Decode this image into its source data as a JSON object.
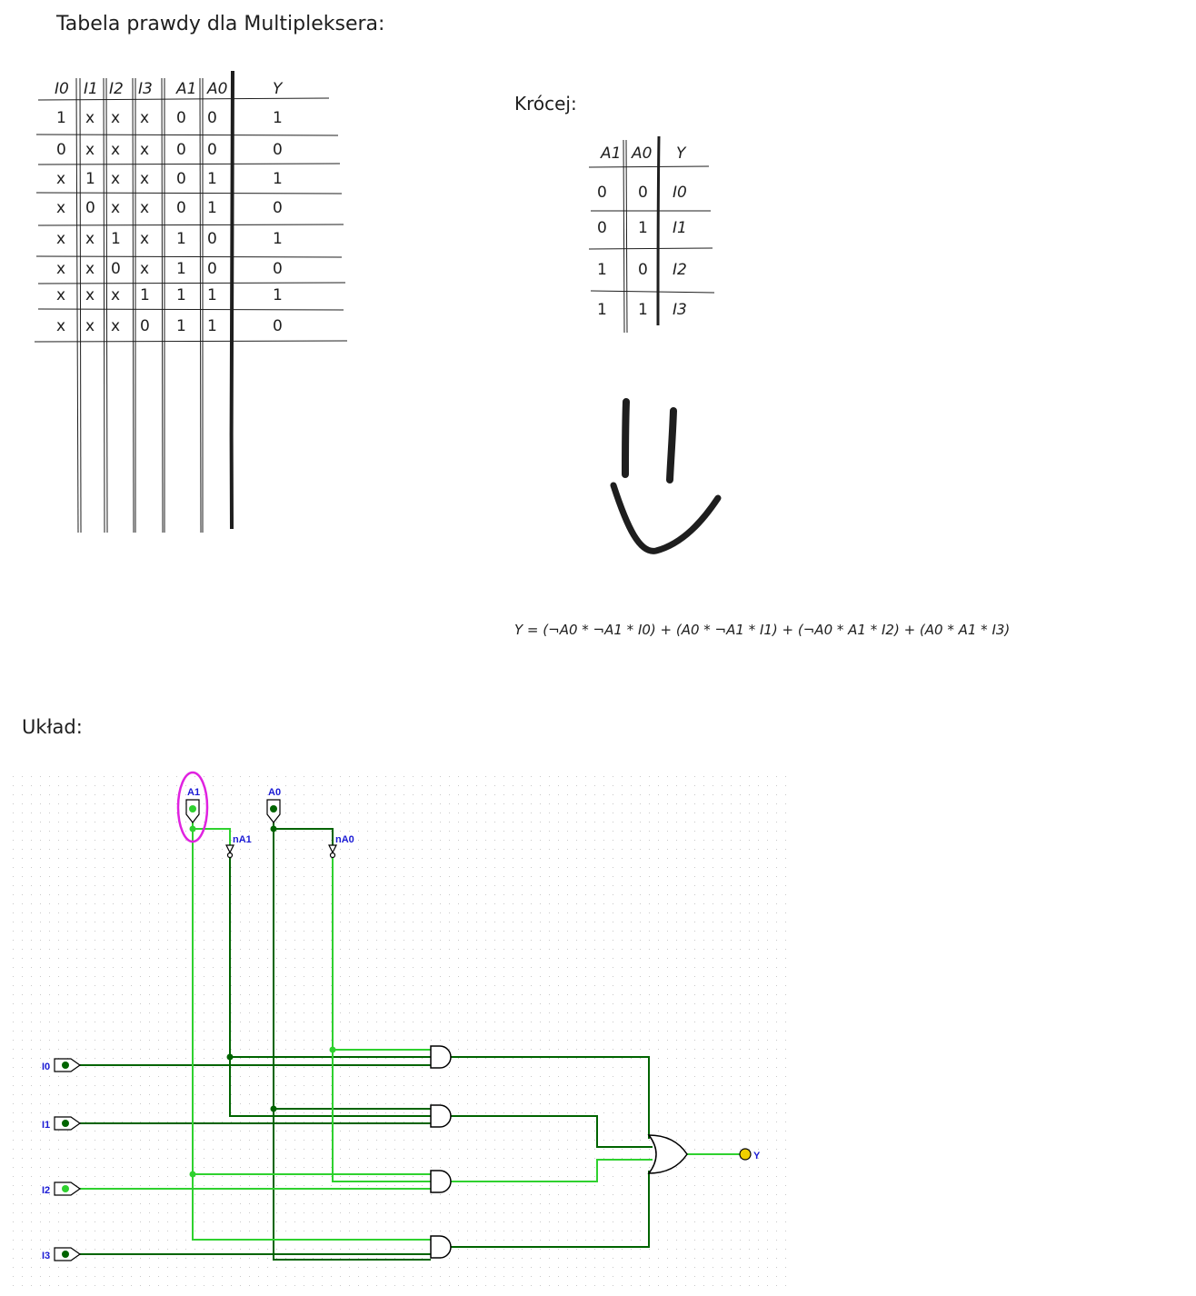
{
  "title": "Tabela prawdy dla Multipleksera:",
  "full_table": {
    "headers": [
      "I0",
      "I1",
      "I2",
      "I3",
      "A1",
      "A0",
      "Y"
    ],
    "rows": [
      [
        "1",
        "x",
        "x",
        "x",
        "0",
        "0",
        "1"
      ],
      [
        "0",
        "x",
        "x",
        "x",
        "0",
        "0",
        "0"
      ],
      [
        "x",
        "1",
        "x",
        "x",
        "0",
        "1",
        "1"
      ],
      [
        "x",
        "0",
        "x",
        "x",
        "0",
        "1",
        "0"
      ],
      [
        "x",
        "x",
        "1",
        "x",
        "1",
        "0",
        "1"
      ],
      [
        "x",
        "x",
        "0",
        "x",
        "1",
        "0",
        "0"
      ],
      [
        "x",
        "x",
        "x",
        "1",
        "1",
        "1",
        "1"
      ],
      [
        "x",
        "x",
        "x",
        "0",
        "1",
        "1",
        "0"
      ]
    ]
  },
  "short_heading": "Krócej:",
  "short_table": {
    "headers": [
      "A1",
      "A0",
      "Y"
    ],
    "rows": [
      [
        "0",
        "0",
        "I0"
      ],
      [
        "0",
        "1",
        "I1"
      ],
      [
        "1",
        "0",
        "I2"
      ],
      [
        "1",
        "1",
        "I3"
      ]
    ]
  },
  "formula": "Y = (¬A0 * ¬A1 * I0) + (A0 * ¬A1 * I1) + (¬A0 * A1 * I2) + (A0 * A1 * I3)",
  "circuit_heading": "Układ:",
  "circuit": {
    "select_pins": [
      "A1",
      "A0"
    ],
    "inverters": [
      "nA1",
      "nA0"
    ],
    "input_pins": [
      "I0",
      "I1",
      "I2",
      "I3"
    ],
    "output_pin": "Y",
    "highlighted_pin": "A1",
    "colors": {
      "wire_low": "#006400",
      "wire_high": "#2fd12f",
      "pin_label": "#1a1ad4",
      "highlight": "#e022e0",
      "output": "#f0d000",
      "grid": "#c8c8c8"
    }
  }
}
